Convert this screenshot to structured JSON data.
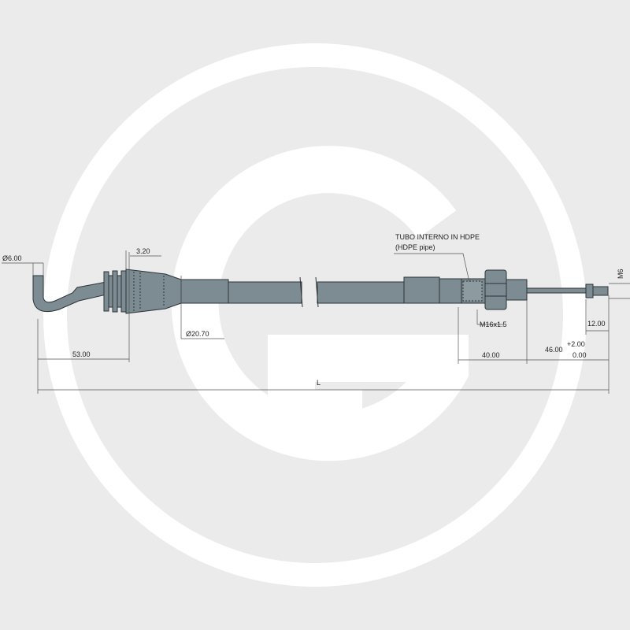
{
  "dimensions": {
    "hook_diameter": "Ø6.00",
    "collar_width": "3.20",
    "sleeve_diameter": "Ø20.70",
    "hook_to_collar": "53.00",
    "thread_length": "40.00",
    "end_length": "46.00",
    "tolerance_plus": "+2.00",
    "tolerance_zero": "0.00",
    "tip_length": "12.00",
    "overall_length": "L",
    "end_thread": "M6",
    "nut_thread": "M16x1.5"
  },
  "callout": {
    "line1": "TUBO INTERNO IN HDPE",
    "line2": "(HDPE pipe)"
  },
  "colors": {
    "cable": "#7d8c92",
    "outline": "#2b3337",
    "dim_line": "#555555",
    "background": "#ebebeb",
    "watermark": "#ffffff"
  }
}
